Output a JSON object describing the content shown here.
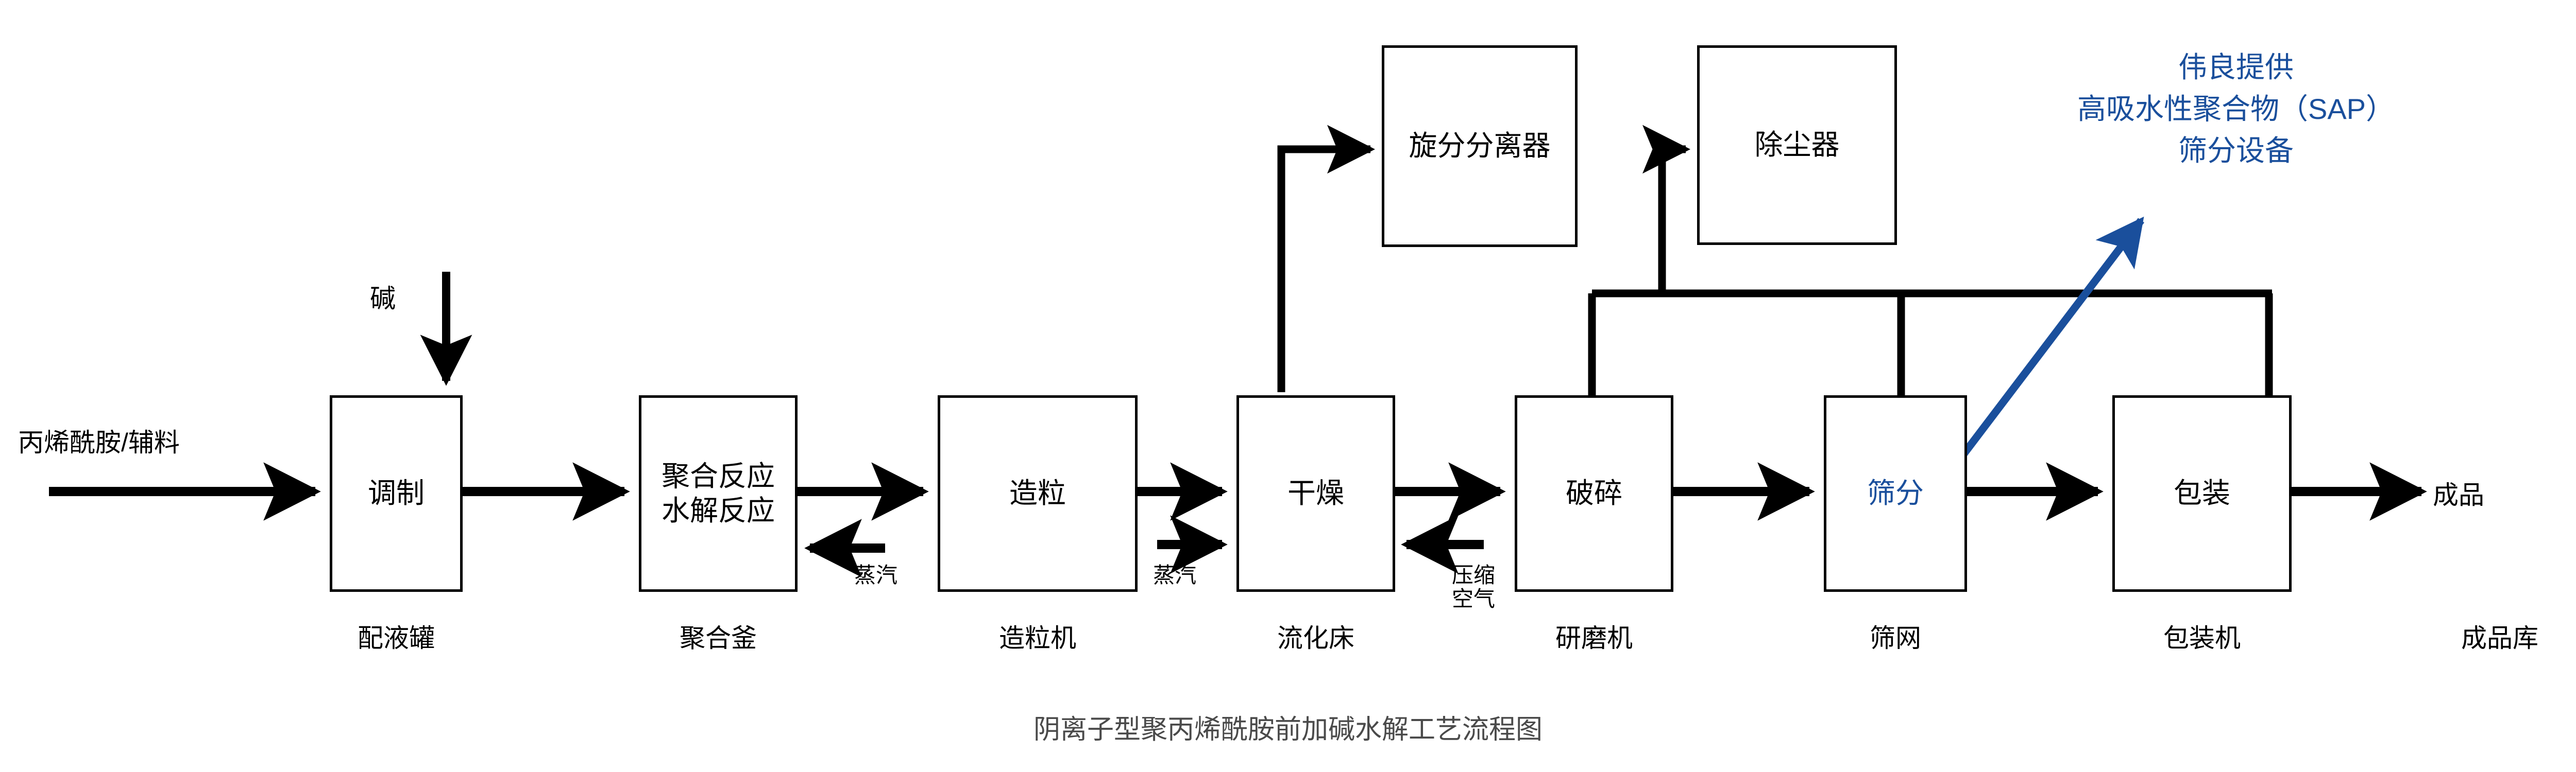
{
  "diagram": {
    "title": "阴离子型聚丙烯酰胺前加碱水解工艺流程图",
    "accent_color": "#1A4F9C",
    "line_color": "#000000",
    "title_color": "#4A4A4A",
    "background": "#FFFFFF"
  },
  "inputs": {
    "feed_label": "丙烯酰胺/辅料",
    "alkali_label": "碱"
  },
  "outputs": {
    "product_label": "成品",
    "product_store_caption": "成品库"
  },
  "nodes": [
    {
      "id": "tiaozhi",
      "label": "调制",
      "caption": "配液罐"
    },
    {
      "id": "jurong",
      "label": "聚合反应\n水解反应",
      "caption": "聚合釜"
    },
    {
      "id": "zaoli",
      "label": "造粒",
      "caption": "造粒机"
    },
    {
      "id": "ganzao",
      "label": "干燥",
      "caption": "流化床"
    },
    {
      "id": "posui",
      "label": "破碎",
      "caption": "研磨机"
    },
    {
      "id": "shaifen",
      "label": "筛分",
      "caption": "筛网"
    },
    {
      "id": "baozhuang",
      "label": "包装",
      "caption": "包装机"
    }
  ],
  "aux_nodes": [
    {
      "id": "xuanfen",
      "label": "旋分分离器"
    },
    {
      "id": "chuchen",
      "label": "除尘器"
    }
  ],
  "utility_labels": [
    {
      "id": "steam-polymer",
      "text": "蒸汽"
    },
    {
      "id": "steam-dryer",
      "text": "蒸汽"
    },
    {
      "id": "compressed-air",
      "text": "压缩\n空气"
    }
  ],
  "annotation": {
    "line1": "伟良提供",
    "line2": "高吸水性聚合物（SAP）",
    "line3": "筛分设备",
    "full": "伟良提供\n高吸水性聚合物（SAP）\n筛分设备"
  }
}
